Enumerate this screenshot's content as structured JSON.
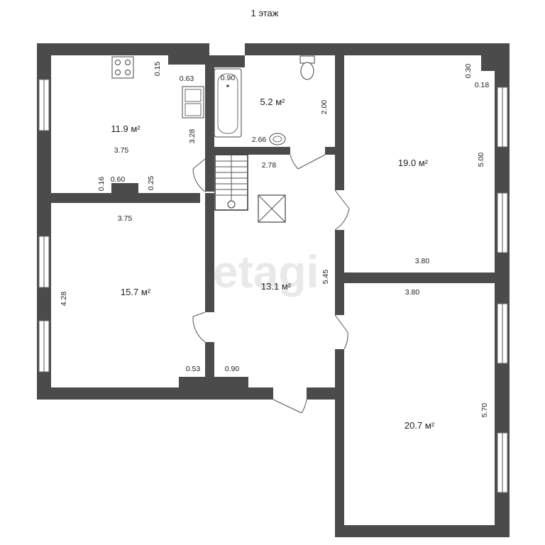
{
  "title": "1 этаж",
  "watermark": "etagi",
  "rooms": {
    "kitchen": "11.9 м²",
    "bath": "5.2 м²",
    "room_ne": "19.0 м²",
    "room_w": "15.7 м²",
    "hall": "13.1 м²",
    "room_se": "20.7 м²"
  },
  "dims": {
    "k_015": "0.15",
    "k_063": "0.63",
    "k_328": "3.28",
    "k_375_top": "3.75",
    "k_016": "0.16",
    "k_060": "0.60",
    "k_025": "0.25",
    "b_090": "0.90",
    "b_200": "2.00",
    "b_266": "2.66",
    "h_278": "2.78",
    "h_545": "5.45",
    "h_090": "0.90",
    "w_375": "3.75",
    "w_428": "4.28",
    "w_053": "0.53",
    "ne_030": "0.30",
    "ne_018": "0.18",
    "ne_500": "5.00",
    "ne_380": "3.80",
    "se_380": "3.80",
    "se_570": "5.70"
  }
}
